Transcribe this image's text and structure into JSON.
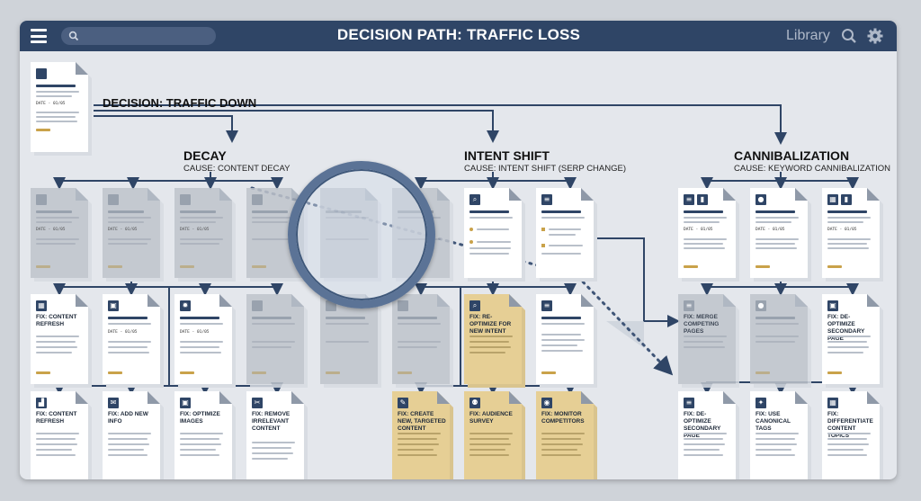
{
  "window": {
    "title": "DECISION PATH: TRAFFIC LOSS",
    "library_label": "Library",
    "icons": [
      "hamburger-menu-icon",
      "search-icon",
      "gear-icon"
    ]
  },
  "root": {
    "title": "DECISION: TRAFFIC DOWN",
    "date_text": "DATE - 01/05"
  },
  "branches": [
    {
      "title": "DECAY",
      "cause": "CAUSE: CONTENT DECAY"
    },
    {
      "title": "INTENT SHIFT",
      "cause": "CAUSE: INTENT SHIFT (SERP CHANGE)"
    },
    {
      "title": "CANNIBALIZATION",
      "cause": "CAUSE: KEYWORD CANNIBALIZATION"
    }
  ],
  "date_text": "DATE - 01/05",
  "fixes": {
    "decay_row1": [
      "FIX: CONTENT REFRESH"
    ],
    "decay_row2": [
      "FIX: CONTENT REFRESH",
      "FIX: ADD NEW INFO",
      "FIX: OPTIMIZE IMAGES",
      "FIX: REMOVE IRRELEVANT CONTENT"
    ],
    "intent_row1": [
      "FIX: RE-OPTIMIZE FOR NEW INTENT"
    ],
    "intent_row2": [
      "FIX: CREATE NEW, TARGETED CONTENT",
      "FIX: AUDIENCE SURVEY",
      "FIX: MONITOR COMPETITORS"
    ],
    "cannib_row1": [
      "FIX: MERGE COMPETING PAGES",
      "FIX: DE-OPTIMIZE SECONDARY PAGE"
    ],
    "cannib_row2": [
      "FIX: DE-OPTIMIZE SECONDARY PAGE",
      "FIX: USE CANONICAL TAGS",
      "FIX: DIFFERENTIATE CONTENT TOPICS"
    ]
  },
  "colors": {
    "navy": "#2f4566",
    "gold": "#c9a24a",
    "tan": "#e6cf95",
    "background": "#e4e7ec"
  }
}
